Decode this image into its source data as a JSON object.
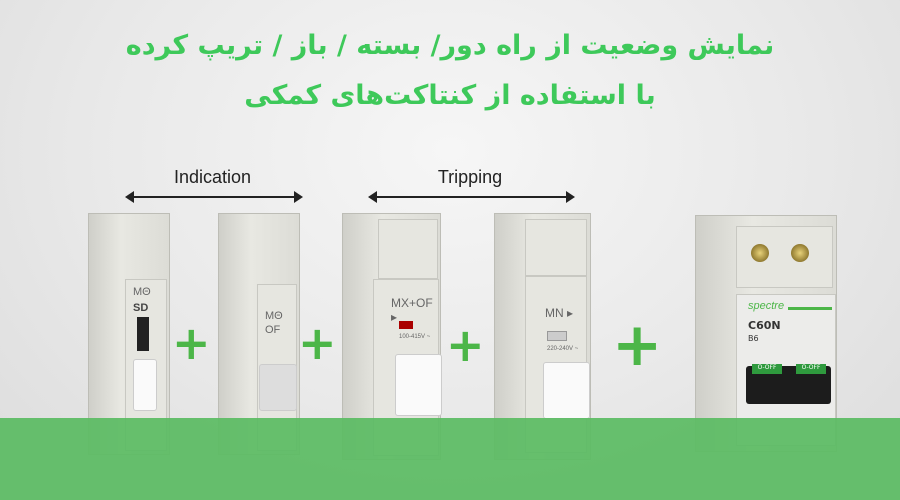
{
  "title": {
    "line1": "نمایش وضعیت از راه دور/ بسته / باز / تریپ کرده",
    "line2": "با استفاده از کنتاکت‌های کمکی"
  },
  "groups": {
    "indication": "Indication",
    "tripping": "Tripping"
  },
  "modules": {
    "sd": {
      "top": "MΘ",
      "label": "SD"
    },
    "of": {
      "top": "MΘ",
      "label": "OF"
    },
    "mxof": {
      "label": "MX+OF ▸",
      "rating": "100-415V ~"
    },
    "mn": {
      "label": "MN ▸",
      "rating": "220-240V ~"
    },
    "breaker": {
      "brand": "spectre",
      "model": "C60N",
      "rating": "B6",
      "switch": "O-OFF"
    }
  },
  "plus": "+",
  "colors": {
    "title": "#3ec95a",
    "band": "#5bbb63",
    "plus": "#4cb648"
  }
}
